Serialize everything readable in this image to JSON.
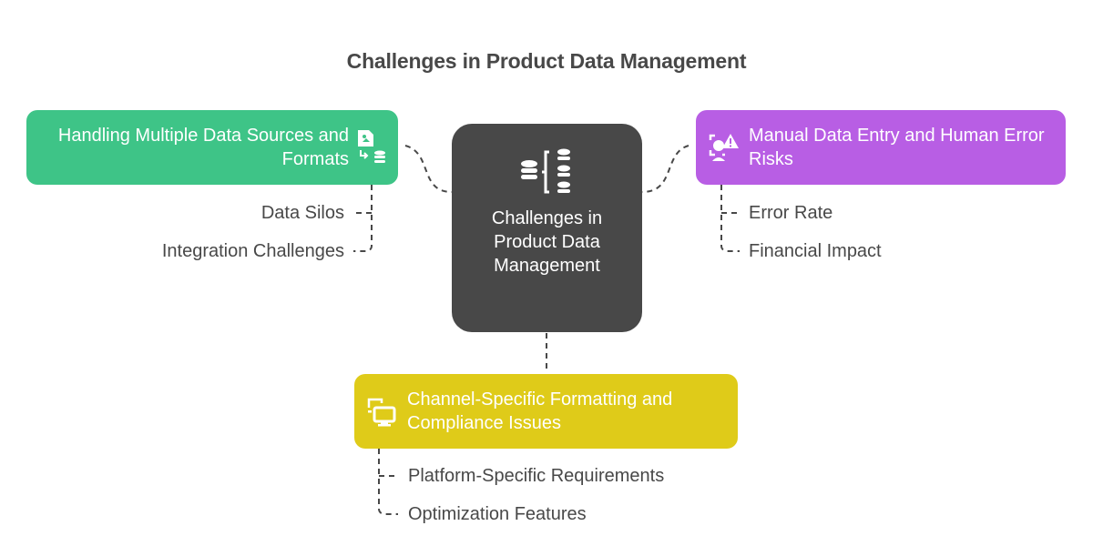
{
  "title": "Challenges in Product Data Management",
  "center": {
    "label": "Challenges in Product Data Management",
    "icon": "database-structure-icon",
    "color": "#484848"
  },
  "branches": {
    "green": {
      "label": "Handling Multiple Data Sources and Formats",
      "icon": "file-transfer-database-icon",
      "color": "#3ec487",
      "children": [
        "Data Silos",
        "Integration Challenges"
      ]
    },
    "purple": {
      "label": "Manual Data Entry and Human Error Risks",
      "icon": "warning-user-icon",
      "color": "#b85ee4",
      "children": [
        "Error Rate",
        "Financial Impact"
      ]
    },
    "yellow": {
      "label": "Channel-Specific Formatting and Compliance Issues",
      "icon": "multi-screen-icon",
      "color": "#dfcb19",
      "children": [
        "Platform-Specific Requirements",
        "Optimization Features"
      ]
    }
  }
}
